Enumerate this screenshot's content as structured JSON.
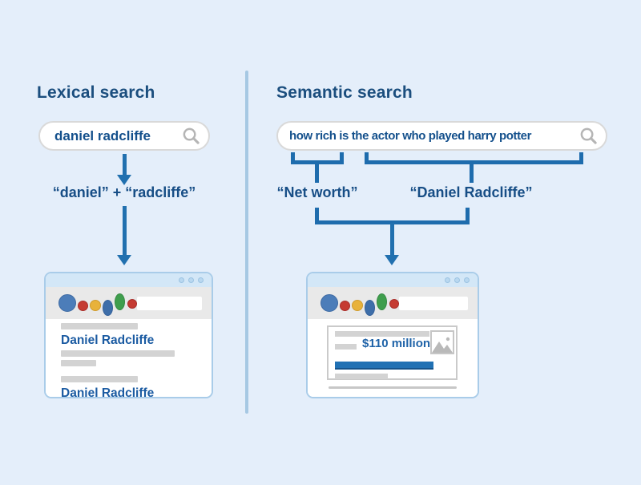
{
  "left_panel": {
    "title": "Lexical search",
    "search": {
      "query": "daniel radcliffe"
    },
    "terms_label": "“daniel” + “radcliffe”",
    "browser": {
      "results": [
        {
          "title": "Daniel Radcliffe"
        },
        {
          "title": "Daniel Radcliffe"
        }
      ]
    }
  },
  "right_panel": {
    "title": "Semantic search",
    "search": {
      "query": "how rich is the actor who played harry potter"
    },
    "entities": [
      {
        "label": "“Net worth”"
      },
      {
        "label": "“Daniel Radcliffe”"
      }
    ],
    "browser": {
      "answer": "$110 million"
    }
  },
  "icons": {
    "search": "magnifier",
    "window_dots": "three-circles",
    "logo": "search-engine-colored-dots",
    "image_placeholder": "photo-mountains"
  },
  "colors": {
    "background": "#e4eefa",
    "divider": "#a6c8e3",
    "heading_text": "#1b4e7e",
    "body_text": "#174e86",
    "arrow_blue": "#2170af",
    "bracket_blue": "#1e6cad",
    "result_link_blue": "#1b5ba2",
    "answer_bar_blue": "#2171b4",
    "window_border": "#a9cce9",
    "window_titlebar": "#d3e7f7",
    "toolbar_gray": "#e9e9e9",
    "placeholder_gray": "#d3d3d3",
    "logo_blue": "#4c7db9",
    "logo_red": "#c53b32",
    "logo_yellow": "#e8b23b",
    "logo_green": "#3f9e4d"
  }
}
